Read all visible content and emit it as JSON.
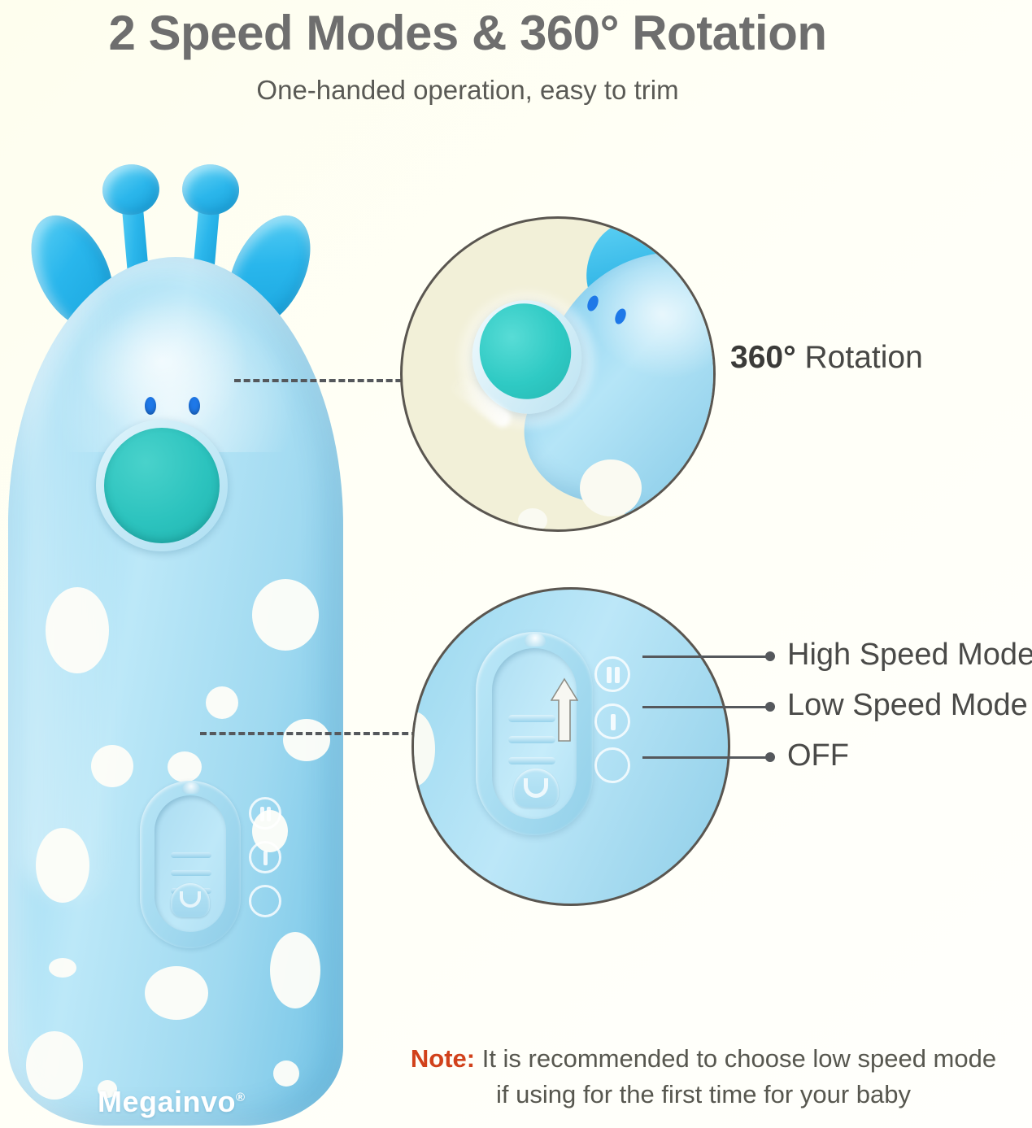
{
  "heading": {
    "title": "2 Speed Modes & 360° Rotation",
    "subtitle": "One-handed operation, easy to trim"
  },
  "product": {
    "brand_name": "Megainvo",
    "brand_mark": "®",
    "body_color": "#A9DEF2",
    "accent_color": "#2BB6EB",
    "disc_color": "#2CC3BE"
  },
  "insets": {
    "rotation": {
      "label_bold": "360°",
      "label_rest": " Rotation",
      "background_color": "#F2F0D8",
      "border_color": "#5A5650"
    },
    "speed": {
      "background_color": "#A9DEF2",
      "border_color": "#5A5650"
    }
  },
  "speed_modes": [
    {
      "label": "High Speed Mode",
      "icon": "double-bar-icon"
    },
    {
      "label": "Low Speed Mode",
      "icon": "single-bar-icon"
    },
    {
      "label": "OFF",
      "icon": "empty-circle-icon"
    }
  ],
  "note": {
    "label": "Note:",
    "line1": " It is recommended to choose low speed mode",
    "line2": "if using for the first time for your baby",
    "label_color": "#D1411B"
  },
  "background_color": "#FFFFF2"
}
